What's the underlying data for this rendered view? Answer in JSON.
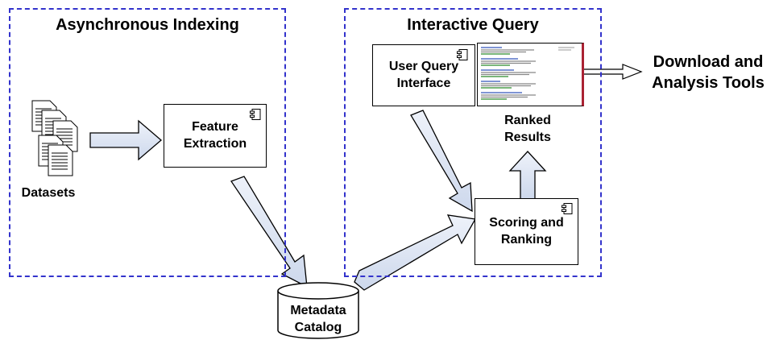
{
  "regions": {
    "indexing_title": "Asynchronous Indexing",
    "query_title": "Interactive Query"
  },
  "nodes": {
    "datasets": "Datasets",
    "feature_extraction": "Feature\nExtraction",
    "metadata_catalog": "Metadata\nCatalog",
    "user_query_interface": "User Query\nInterface",
    "ranked_results": "Ranked\nResults",
    "scoring_ranking": "Scoring and\nRanking",
    "download_tools": "Download and\nAnalysis Tools"
  },
  "icons": {
    "component": "component-icon",
    "documents": "document-stack-icon",
    "database": "cylinder-icon",
    "results": "search-results-thumbnail"
  },
  "colors": {
    "region_border": "#3333cc",
    "arrow_fill": "#dde6f4",
    "arrow_stroke": "#000000",
    "thumb_edge": "#aa2233"
  }
}
